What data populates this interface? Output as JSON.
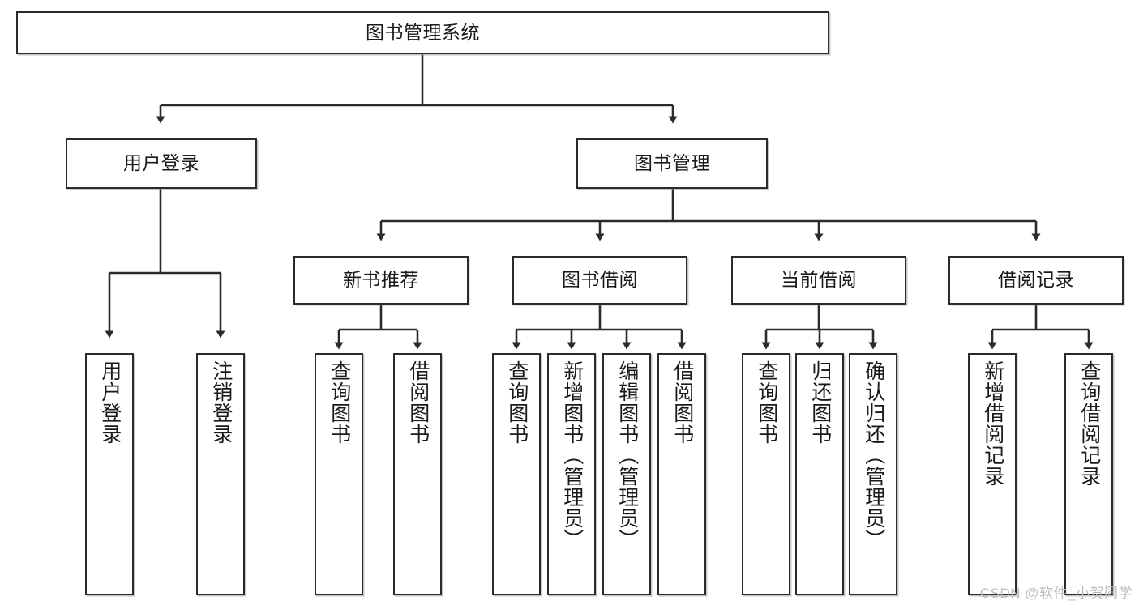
{
  "diagram": {
    "title": "图书管理系统",
    "type": "tree",
    "colors": {
      "border": "#2b2b2b",
      "fill": "#ffffff",
      "edge": "#2b2b2b",
      "watermark": "#bdbdbd"
    },
    "nodes": {
      "root": {
        "label": "图书管理系统"
      },
      "level2": [
        {
          "id": "user-login",
          "label": "用户登录"
        },
        {
          "id": "book-manage",
          "label": "图书管理"
        }
      ],
      "level3": [
        {
          "id": "new-book-recommend",
          "label": "新书推荐"
        },
        {
          "id": "book-borrow",
          "label": "图书借阅"
        },
        {
          "id": "current-borrow",
          "label": "当前借阅"
        },
        {
          "id": "borrow-record",
          "label": "借阅记录"
        }
      ],
      "leaves": [
        {
          "id": "leaf-user-login",
          "label": "用户登录"
        },
        {
          "id": "leaf-logout-login",
          "label": "注销登录"
        },
        {
          "id": "leaf-query-book-1",
          "label": "查询图书"
        },
        {
          "id": "leaf-borrow-book-1",
          "label": "借阅图书"
        },
        {
          "id": "leaf-query-book-2",
          "label": "查询图书"
        },
        {
          "id": "leaf-add-book",
          "label": "新增图书（管理员）"
        },
        {
          "id": "leaf-edit-book",
          "label": "编辑图书（管理员）"
        },
        {
          "id": "leaf-borrow-book-2",
          "label": "借阅图书"
        },
        {
          "id": "leaf-query-book-3",
          "label": "查询图书"
        },
        {
          "id": "leaf-return-book",
          "label": "归还图书"
        },
        {
          "id": "leaf-confirm-return",
          "label": "确认归还（管理员）"
        },
        {
          "id": "leaf-add-record",
          "label": "新增借阅记录"
        },
        {
          "id": "leaf-query-record",
          "label": "查询借阅记录"
        }
      ]
    },
    "watermark": "CSDN @软件_小贺同学"
  }
}
